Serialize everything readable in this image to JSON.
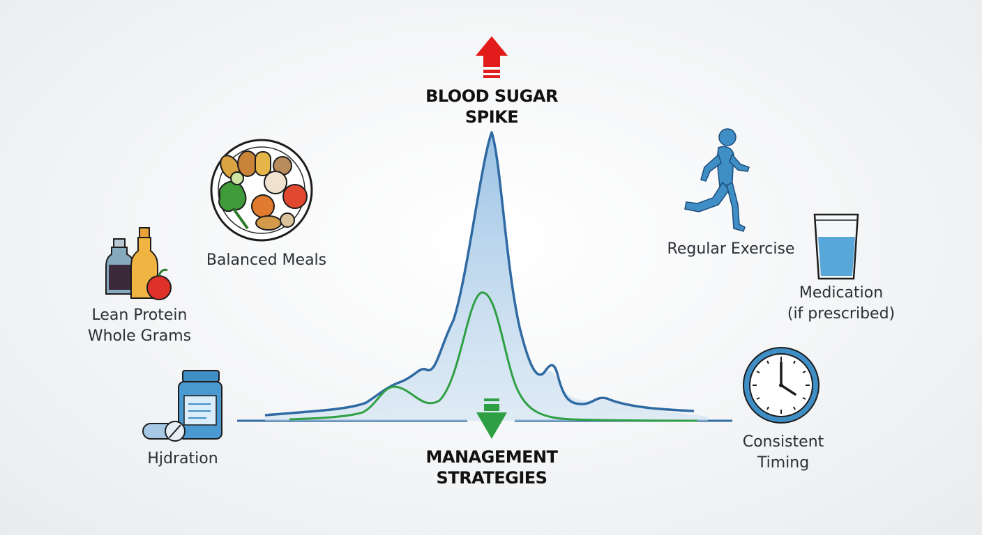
{
  "spike": {
    "line1": "BLOOD SUGAR",
    "line2": "SPIKE",
    "arrow_color": "#e21b1b"
  },
  "management": {
    "line1": "MANAGEMENT",
    "line2": "STRATEGIES",
    "arrow_color": "#2ea043"
  },
  "left": {
    "balanced_meals": "Balanced Meals",
    "lean_protein_line1": "Lean Protein",
    "lean_protein_line2": "Whole Grams",
    "hydration": "Hjdration"
  },
  "right": {
    "regular_exercise": "Regular Exercise",
    "medication_line1": "Medication",
    "medication_line2": "(if prescribed)",
    "timing_line1": "Consistent",
    "timing_line2": "Timing"
  },
  "icons": {
    "meals": "food-plate-icon",
    "protein": "bottles-apple-icon",
    "hydration": "pill-bottle-icon",
    "exercise": "runner-icon",
    "medication": "water-glass-icon",
    "timing": "clock-icon"
  },
  "colors": {
    "spike_curve": "#2f6aa3",
    "managed_curve": "#2ea043",
    "icon_blue": "#3f8ec6",
    "text": "#2a2f36"
  }
}
